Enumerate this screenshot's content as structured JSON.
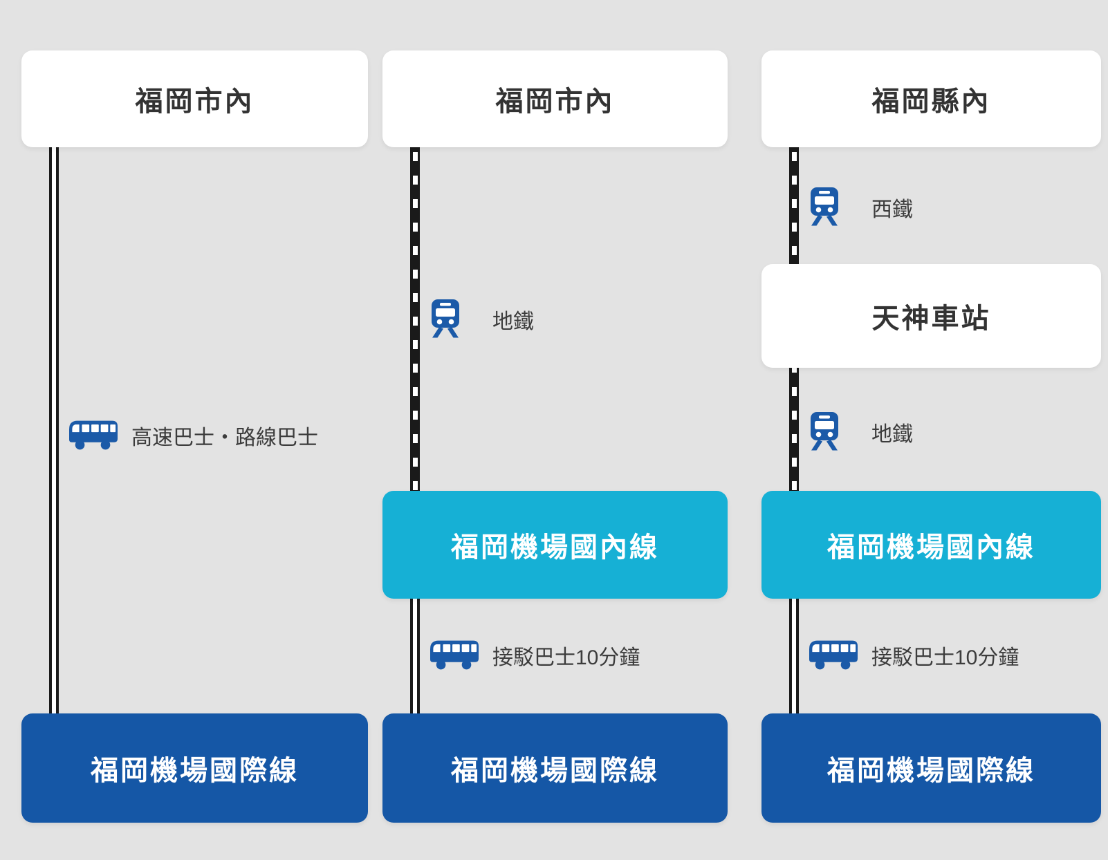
{
  "colors": {
    "background": "#e3e3e3",
    "box_blue": "#1557a6",
    "box_cyan": "#16b0d5",
    "icon_blue": "#1b5aa8",
    "line_black": "#1a1a1a",
    "title_dark": "#333333",
    "label_gray": "#3c3c3c"
  },
  "columns": [
    {
      "area": "福岡市內",
      "bus_label": "高速巴士・路線巴士",
      "terminal": "福岡機場國際線"
    },
    {
      "area": "福岡市內",
      "metro_label": "地鐵",
      "domestic": "福岡機場國內線",
      "shuttle_label": "接駁巴士10分鐘",
      "terminal": "福岡機場國際線"
    },
    {
      "area": "福岡縣內",
      "nishitetsu_label": "西鐵",
      "station": "天神車站",
      "metro_label": "地鐵",
      "domestic": "福岡機場國內線",
      "shuttle_label": "接駁巴士10分鐘",
      "terminal": "福岡機場國際線"
    }
  ]
}
